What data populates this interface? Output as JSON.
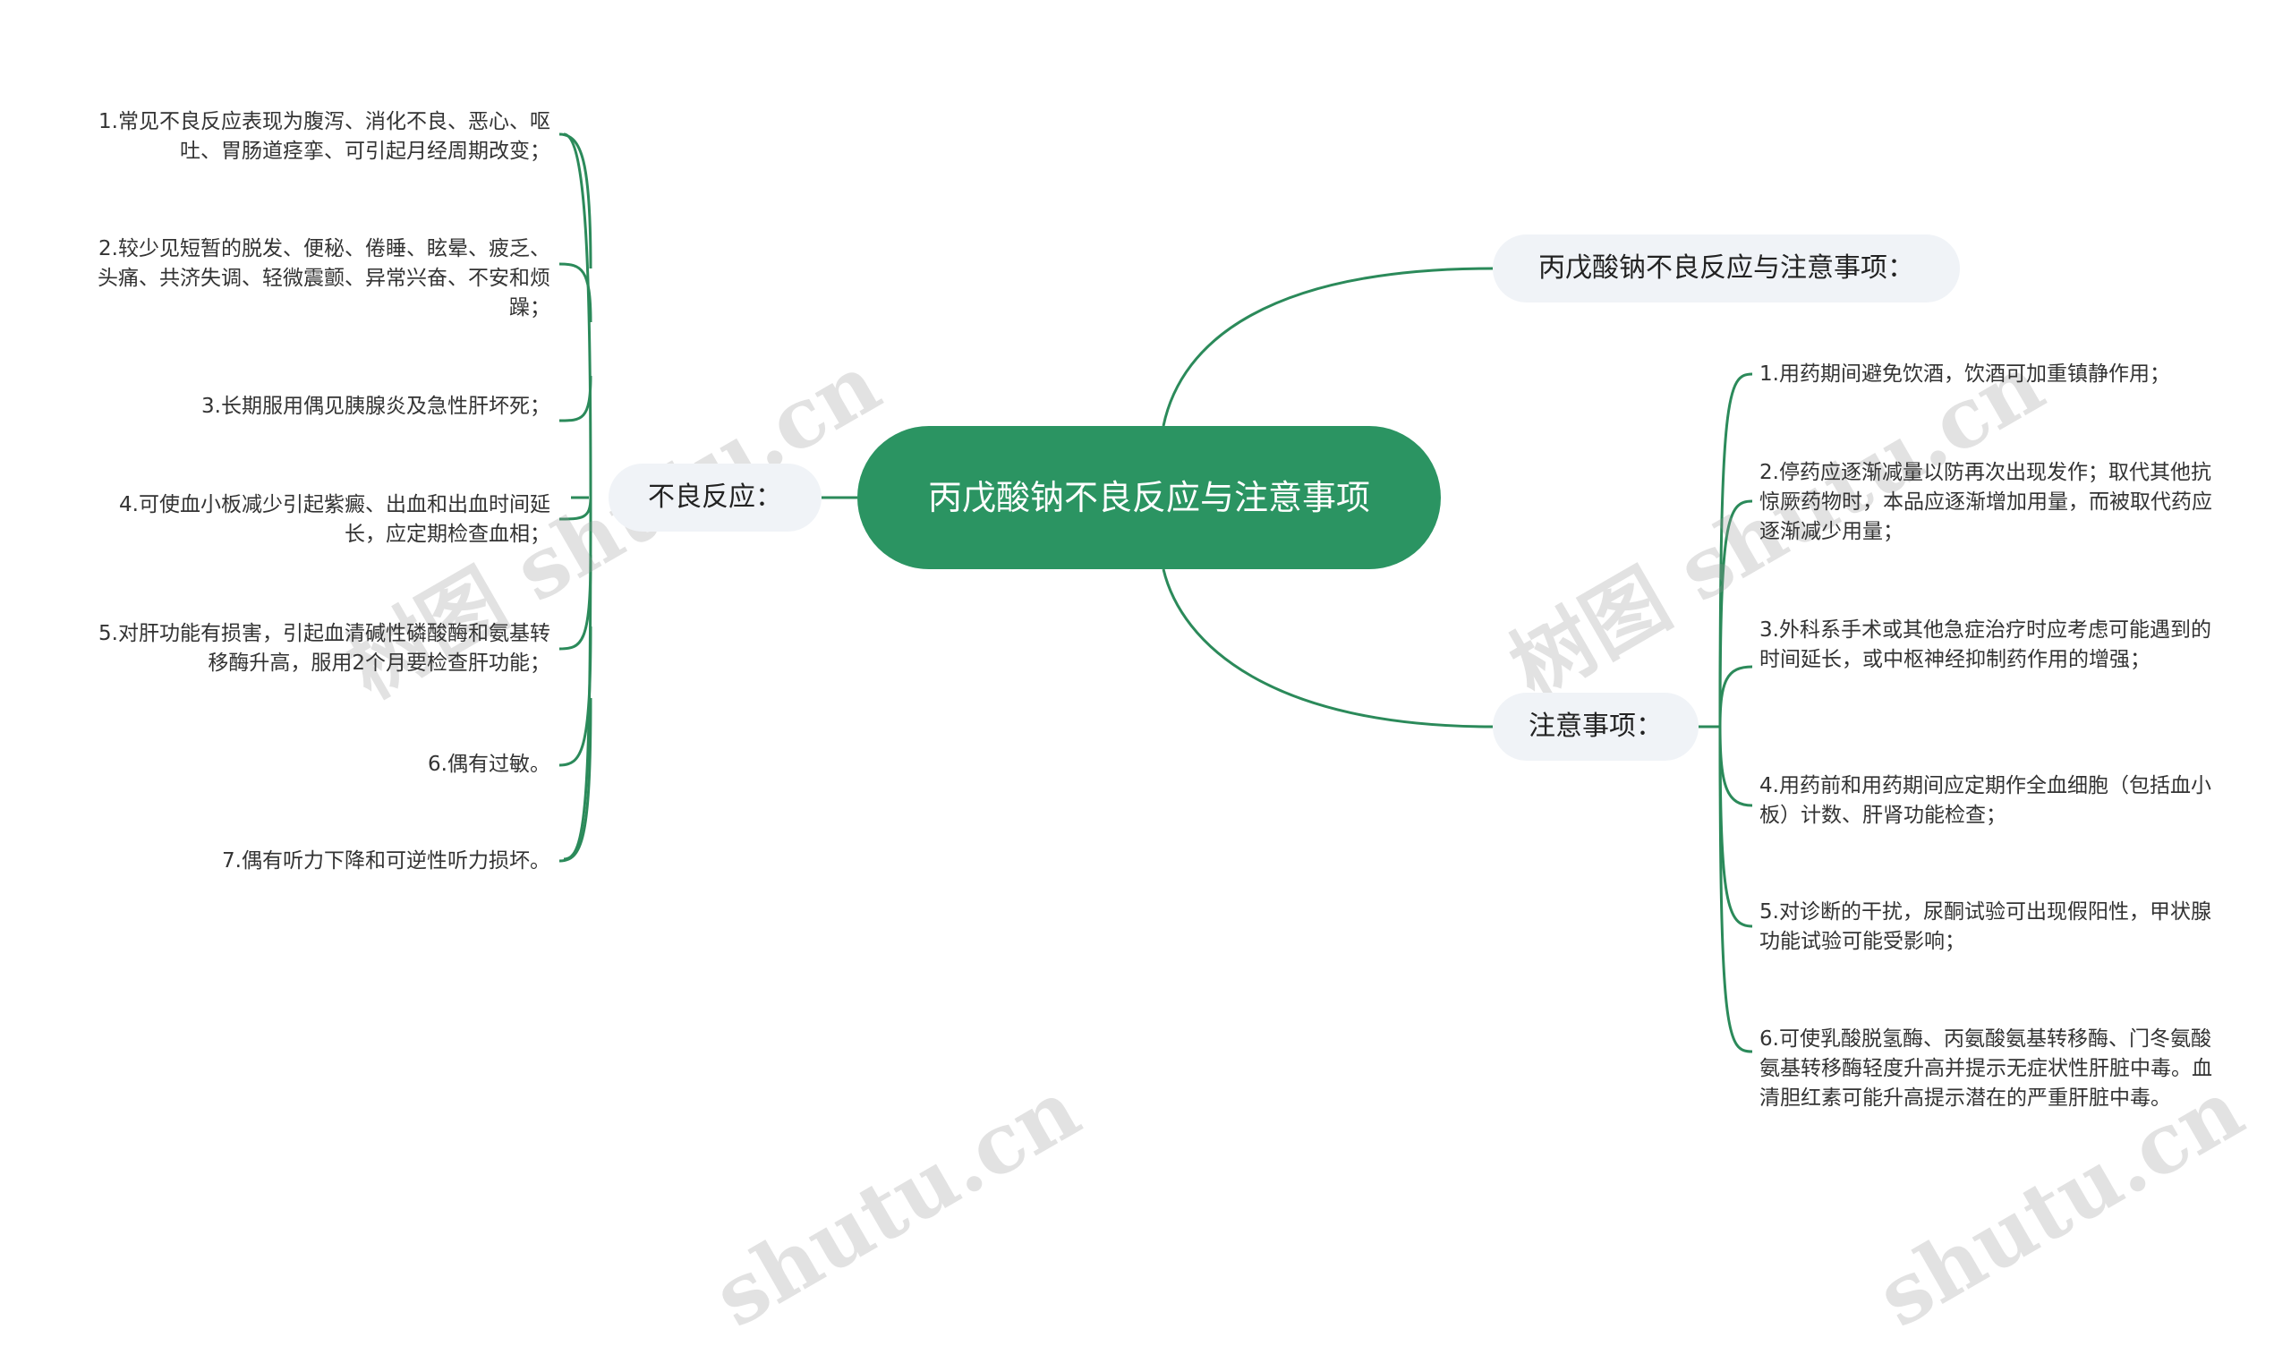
{
  "root": {
    "title": "丙戊酸钠不良反应与注意事项"
  },
  "branches": {
    "top_right": {
      "label": "丙戊酸钠不良反应与注意事项："
    },
    "left": {
      "label": "不良反应："
    },
    "right": {
      "label": "注意事项："
    }
  },
  "adverse_reactions": [
    "1.常见不良反应表现为腹泻、消化不良、恶心、呕吐、胃肠道痉挛、可引起月经周期改变；",
    "2.较少见短暂的脱发、便秘、倦睡、眩晕、疲乏、头痛、共济失调、轻微震颤、异常兴奋、不安和烦躁；",
    "3.长期服用偶见胰腺炎及急性肝坏死；",
    "4.可使血小板减少引起紫癜、出血和出血时间延长，应定期检查血相；",
    "5.对肝功能有损害，引起血清碱性磷酸酶和氨基转移酶升高，服用2个月要检查肝功能；",
    "6.偶有过敏。",
    "7.偶有听力下降和可逆性听力损坏。"
  ],
  "precautions": [
    "1.用药期间避免饮酒，饮酒可加重镇静作用；",
    "2.停药应逐渐减量以防再次出现发作；取代其他抗惊厥药物时，本品应逐渐增加用量，而被取代药应逐渐减少用量；",
    "3.外科系手术或其他急症治疗时应考虑可能遇到的时间延长，或中枢神经抑制药作用的增强；",
    "4.用药前和用药期间应定期作全血细胞（包括血小板）计数、肝肾功能检查；",
    "5.对诊断的干扰，尿酮试验可出现假阳性，甲状腺功能试验可能受影响；",
    "6.可使乳酸脱氢酶、丙氨酸氨基转移酶、门冬氨酸氨基转移酶轻度升高并提示无症状性肝脏中毒。血清胆红素可能升高提示潜在的严重肝脏中毒。"
  ],
  "watermarks": [
    "树图 shutu.cn",
    "树图 shutu.cn",
    "shutu.cn",
    "shutu.cn"
  ],
  "colors": {
    "root_fill": "#2b9462",
    "branch_fill": "#f0f3f7",
    "line": "#2b9462"
  }
}
